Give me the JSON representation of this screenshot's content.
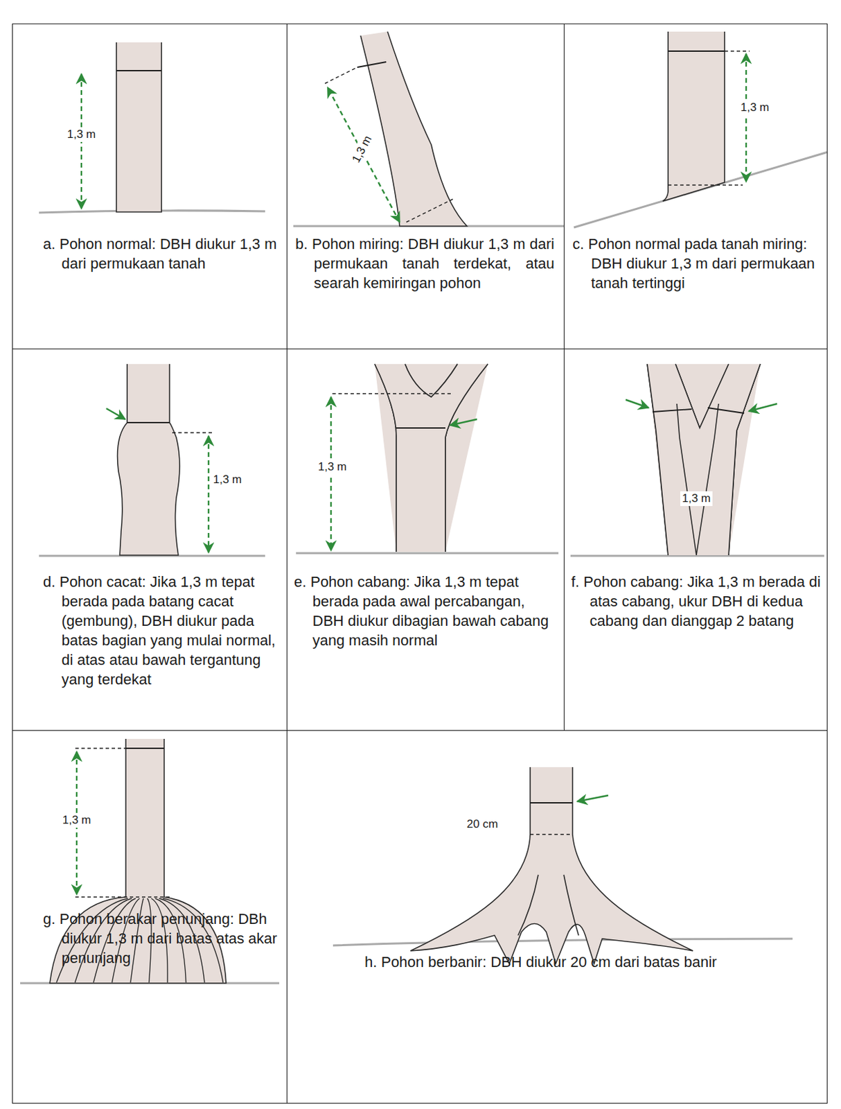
{
  "diagram": {
    "nodes": [
      {
        "text": [
          "a. Pohon normal: DBH diukur 1,3 m dari permukaan tanah"
        ]
      },
      {
        "text": [
          "b. Pohon miring: DBH diukur 1,3 m dari permukaan tanah terdekat, atau searah kemiringan pohon"
        ]
      },
      {
        "text": [
          "c. Pohon normal pada tanah miring: DBH diukur 1,3 m dari permukaan tanah tertinggi"
        ]
      },
      {
        "text": [
          "d. Pohon cacat: Jika 1,3 m tepat berada pada batang cacat (gembung), DBH diukur pada batas bagian yang mulai normal, di atas atau bawah tergantung yang terdekat"
        ]
      },
      {
        "text": [
          "e. Pohon cabang: Jika 1,3 m tepat berada pada awal percabangan, DBH diukur dibagian bawah cabang yang masih normal"
        ]
      },
      {
        "text": [
          "f. Pohon cabang: Jika 1,3 m berada di atas cabang, ukur DBH di kedua cabang dan dianggap 2 batang"
        ]
      },
      {
        "text": [
          "g. Pohon berakar penunjang: DBh diukur 1,3 m dari batas atas akar penunjang"
        ]
      },
      {
        "text": [
          "h. Pohon berbanir: DBH diukur 20 cm dari batas banir"
        ]
      }
    ],
    "labels": [
      "1,3 m",
      "1,3 m",
      "1,3 m",
      "1,3 m",
      "1,3 m",
      "1,3 m",
      "1,3 m",
      "20 cm"
    ]
  }
}
